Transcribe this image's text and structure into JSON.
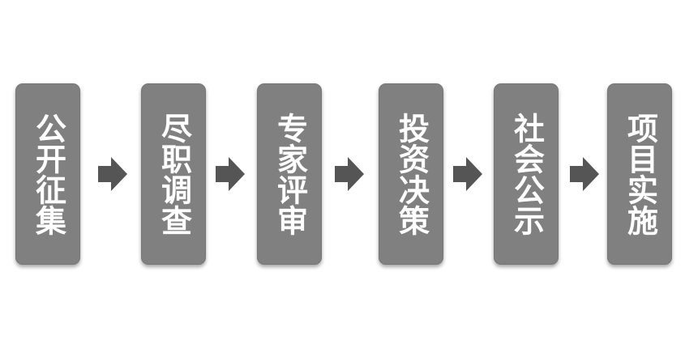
{
  "diagram": {
    "type": "process-flow",
    "steps": [
      {
        "label": "公开征集"
      },
      {
        "label": "尽职调查"
      },
      {
        "label": "专家评审"
      },
      {
        "label": "投资决策"
      },
      {
        "label": "社会公示"
      },
      {
        "label": "项目实施"
      }
    ],
    "colors": {
      "box": "#808080",
      "text": "#ffffff",
      "arrow": "#555555"
    },
    "connector_icon": "right-arrow-icon"
  }
}
